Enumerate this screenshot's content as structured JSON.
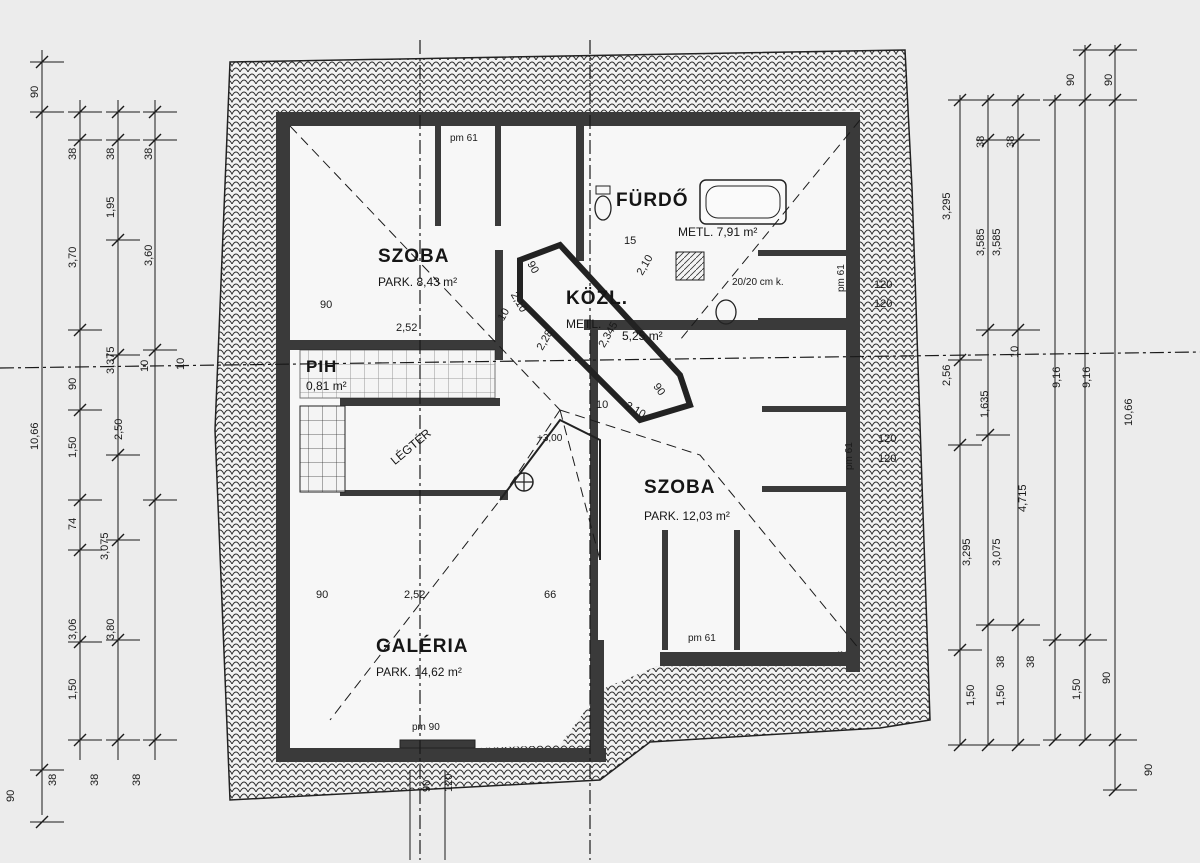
{
  "rooms": {
    "szoba1": {
      "name": "SZOBA",
      "sub": "PARK. 8,43 m²"
    },
    "kozl": {
      "name": "KÖZL.",
      "sub": "METL."
    },
    "kozl_area": "5,25 m²",
    "furdo": {
      "name": "FÜRDŐ",
      "sub": "METL. 7,91 m²"
    },
    "pih": {
      "name": "PIH",
      "sub": "0,81 m²"
    },
    "legter": {
      "name": "LÉGTÉR"
    },
    "szoba2": {
      "name": "SZOBA",
      "sub": "PARK. 12,03 m²"
    },
    "galeria": {
      "name": "GALÉRIA",
      "sub": "PARK. 14,62 m²"
    }
  },
  "labels": {
    "pm61_top": "pm 61",
    "pm61_right_upper": "pm 61",
    "pm61_right_lower": "pm 61",
    "pm61_bottom": "pm 61",
    "pm90": "pm 90",
    "chimney": "20/20 cm k.",
    "level": "+3,00",
    "d_252_top": "2,52",
    "d_252_bottom": "2,52",
    "d_90_a": "90",
    "d_90_b": "90",
    "d_90_c": "90",
    "d_90_d": "90",
    "d_228": "2,28",
    "d_2345": "2,345",
    "d_210_a": "2,10",
    "d_210_b": "2,10",
    "d_210_c": "2,10",
    "d_15": "15",
    "d_10_a": "10",
    "d_10_b": "10",
    "d_120_a": "120",
    "d_120_b": "120",
    "d_120_c": "120",
    "d_120_d": "120",
    "d_66": "66",
    "d_120_e": "120",
    "d_90_e": "90",
    "d_10_c": "10"
  },
  "dims_left": {
    "col1": [
      "90",
      "10,66",
      "90"
    ],
    "col2": [
      "38",
      "3,70",
      "90",
      "1,50",
      "74",
      "3,06",
      "1,50",
      "38"
    ],
    "col3": [
      "38",
      "1,95",
      "3,375",
      "2,50",
      "3,075",
      "3,80",
      "38"
    ],
    "col4": [
      "38",
      "3,60",
      "10",
      "38"
    ]
  },
  "dims_right": {
    "col1": [
      "3,295",
      "2,56",
      "3,295",
      "1,50"
    ],
    "col2": [
      "38",
      "3,585",
      "1,635",
      "3,075",
      "1,50",
      "38"
    ],
    "col3": [
      "38",
      "3,585",
      "10",
      "4,715",
      "38"
    ],
    "col4": [
      "90",
      "9,16",
      "1,50"
    ],
    "col5": [
      "90",
      "9,16",
      "90"
    ],
    "col6": [
      "10,66",
      "90"
    ]
  }
}
